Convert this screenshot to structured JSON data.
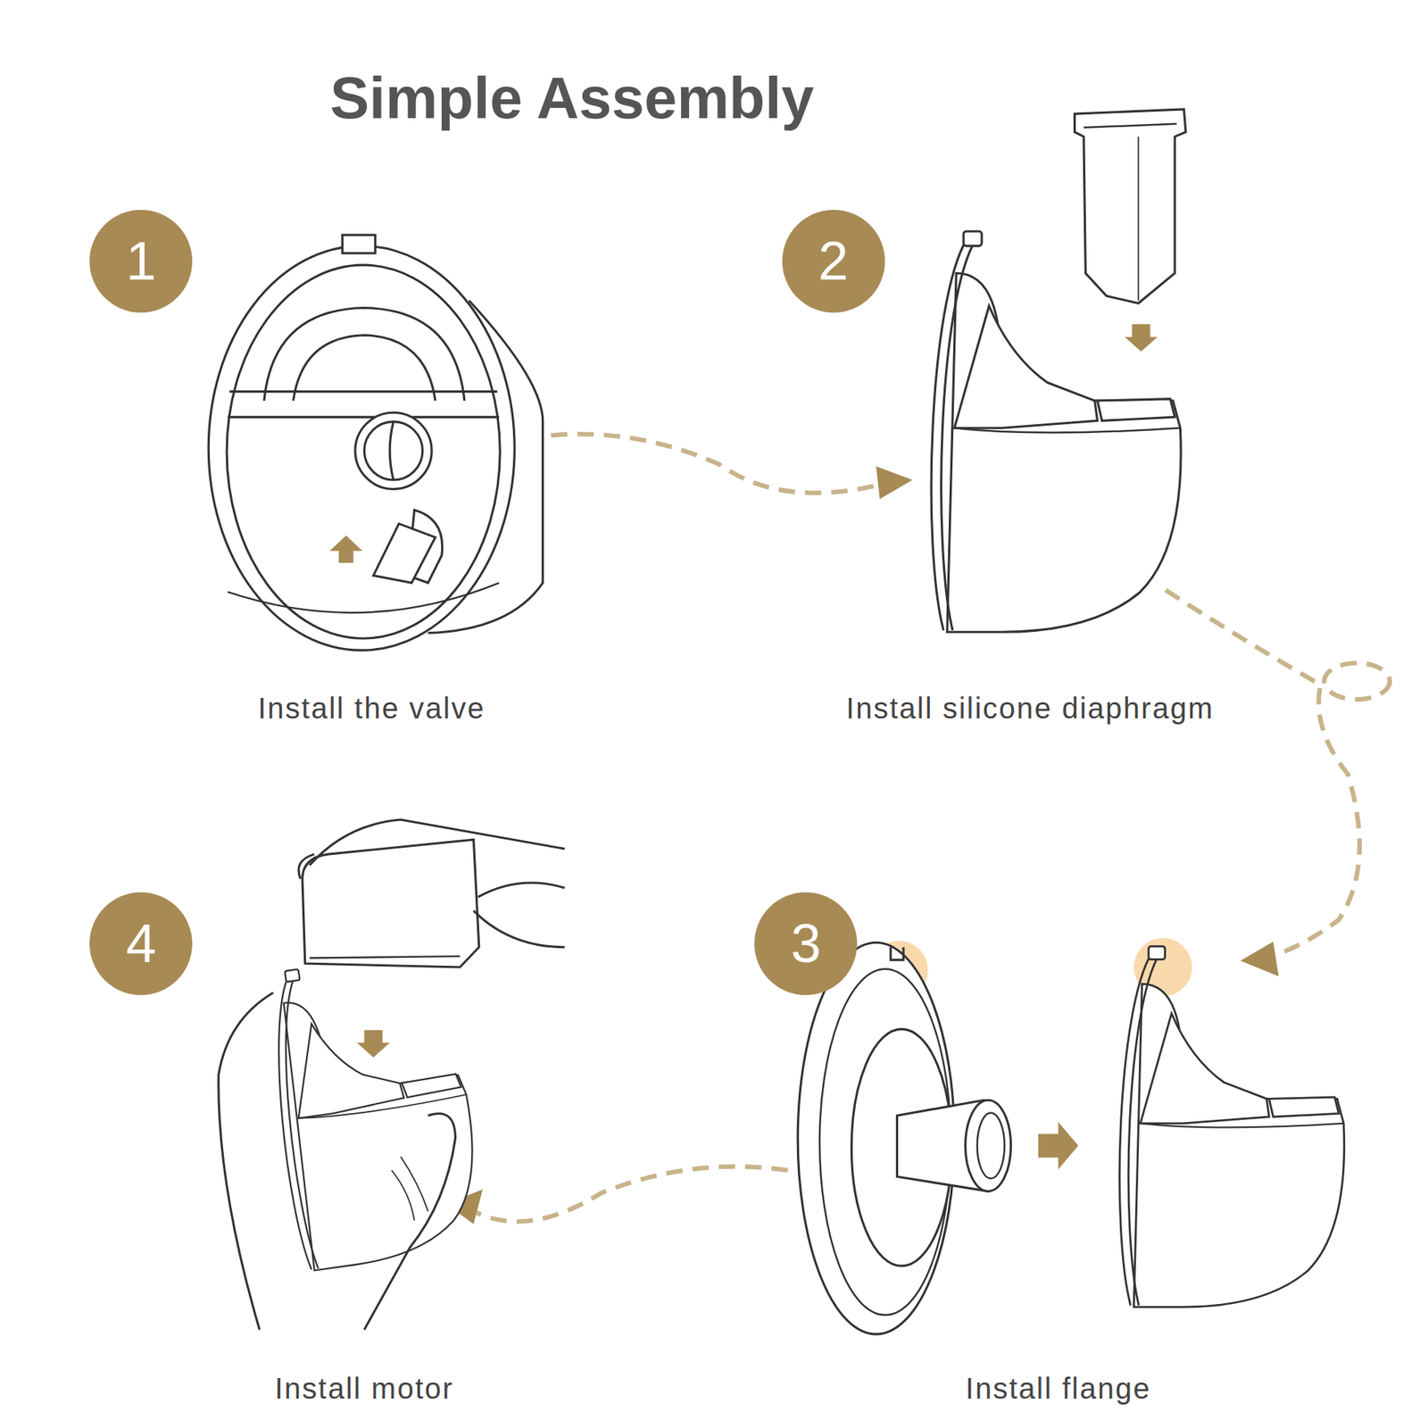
{
  "diagram": {
    "title": "Simple Assembly",
    "nodes": [
      {
        "text": [
          "1"
        ]
      },
      {
        "text": [
          "2"
        ]
      },
      {
        "text": [
          "4"
        ]
      },
      {
        "text": [
          "3"
        ]
      }
    ],
    "labels": [
      "Install the valve",
      "Install silicone diaphragm",
      "Install motor",
      "Install flange"
    ]
  }
}
